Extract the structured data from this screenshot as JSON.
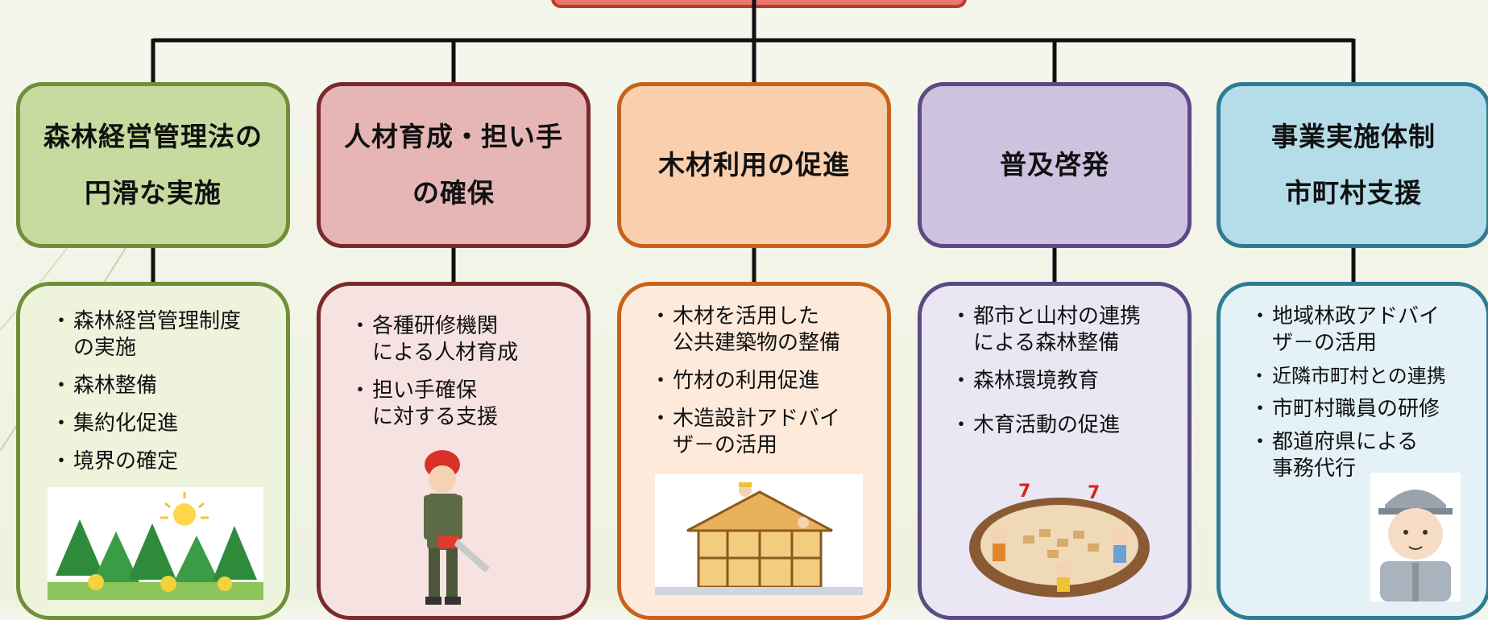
{
  "columns": [
    {
      "title_lines": [
        "森林経営管理法の",
        "円滑な実施"
      ],
      "items": [
        {
          "lines": [
            "森林経営管理制度",
            "の実施"
          ]
        },
        {
          "lines": [
            "森林整備"
          ]
        },
        {
          "lines": [
            "集約化促進"
          ]
        },
        {
          "lines": [
            "境界の確定"
          ]
        }
      ],
      "illustration": "forest-trees-sun-icon",
      "border_color": "#6f8f3a",
      "header_bg": "#c7dba0",
      "detail_bg": "#eef3dc"
    },
    {
      "title_lines": [
        "人材育成・担い手",
        "の確保"
      ],
      "items": [
        {
          "lines": [
            "各種研修機関",
            "による人材育成"
          ]
        },
        {
          "lines": [
            "担い手確保",
            "に対する支援"
          ]
        }
      ],
      "illustration": "forestry-worker-chainsaw-icon",
      "border_color": "#7a2a2a",
      "header_bg": "#e6b5b5",
      "detail_bg": "#f7e2e2"
    },
    {
      "title_lines": [
        "木材利用の促進"
      ],
      "items": [
        {
          "lines": [
            "木材を活用した",
            "公共建築物の整備"
          ]
        },
        {
          "lines": [
            "竹材の利用促進"
          ]
        },
        {
          "lines": [
            "木造設計アドバイ",
            "ザ－の活用"
          ]
        }
      ],
      "illustration": "wooden-house-construction-icon",
      "border_color": "#c7621a",
      "header_bg": "#f9cfae",
      "detail_bg": "#fdeadb"
    },
    {
      "title_lines": [
        "普及啓発"
      ],
      "items": [
        {
          "lines": [
            "都市と山村の連携",
            "による森林整備"
          ]
        },
        {
          "lines": [
            "森林環境教育"
          ]
        },
        {
          "lines": [
            "木育活動の促進"
          ]
        }
      ],
      "illustration": "children-wood-play-icon",
      "border_color": "#5b4a86",
      "header_bg": "#cdc3de",
      "detail_bg": "#ebe6f3"
    },
    {
      "title_lines": [
        "事業実施体制",
        "市町村支援"
      ],
      "items": [
        {
          "lines": [
            "地域林政アドバイ",
            "ザ－の活用"
          ]
        },
        {
          "lines": [
            "近隣市町村との連携"
          ]
        },
        {
          "lines": [
            "市町村職員の研修"
          ]
        },
        {
          "lines": [
            "都道府県による",
            "事務代行"
          ]
        }
      ],
      "illustration": "official-worker-cap-icon",
      "border_color": "#2f7b93",
      "header_bg": "#b5dde9",
      "detail_bg": "#e4f2f7"
    }
  ]
}
